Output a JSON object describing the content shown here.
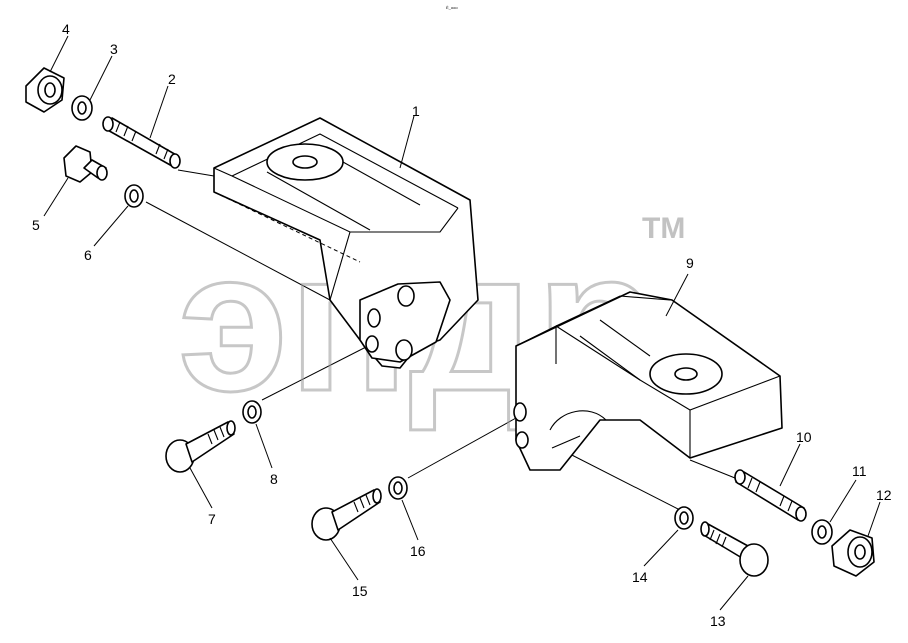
{
  "header_mark": "Ѐ_ооо",
  "watermark": {
    "text": "эпдр",
    "tm": "TM"
  },
  "callouts": {
    "c1": "1",
    "c2": "2",
    "c3": "3",
    "c4": "4",
    "c5": "5",
    "c6": "6",
    "c7": "7",
    "c8": "8",
    "c9": "9",
    "c10": "10",
    "c11": "11",
    "c12": "12",
    "c13": "13",
    "c14": "14",
    "c15": "15",
    "c16": "16"
  }
}
